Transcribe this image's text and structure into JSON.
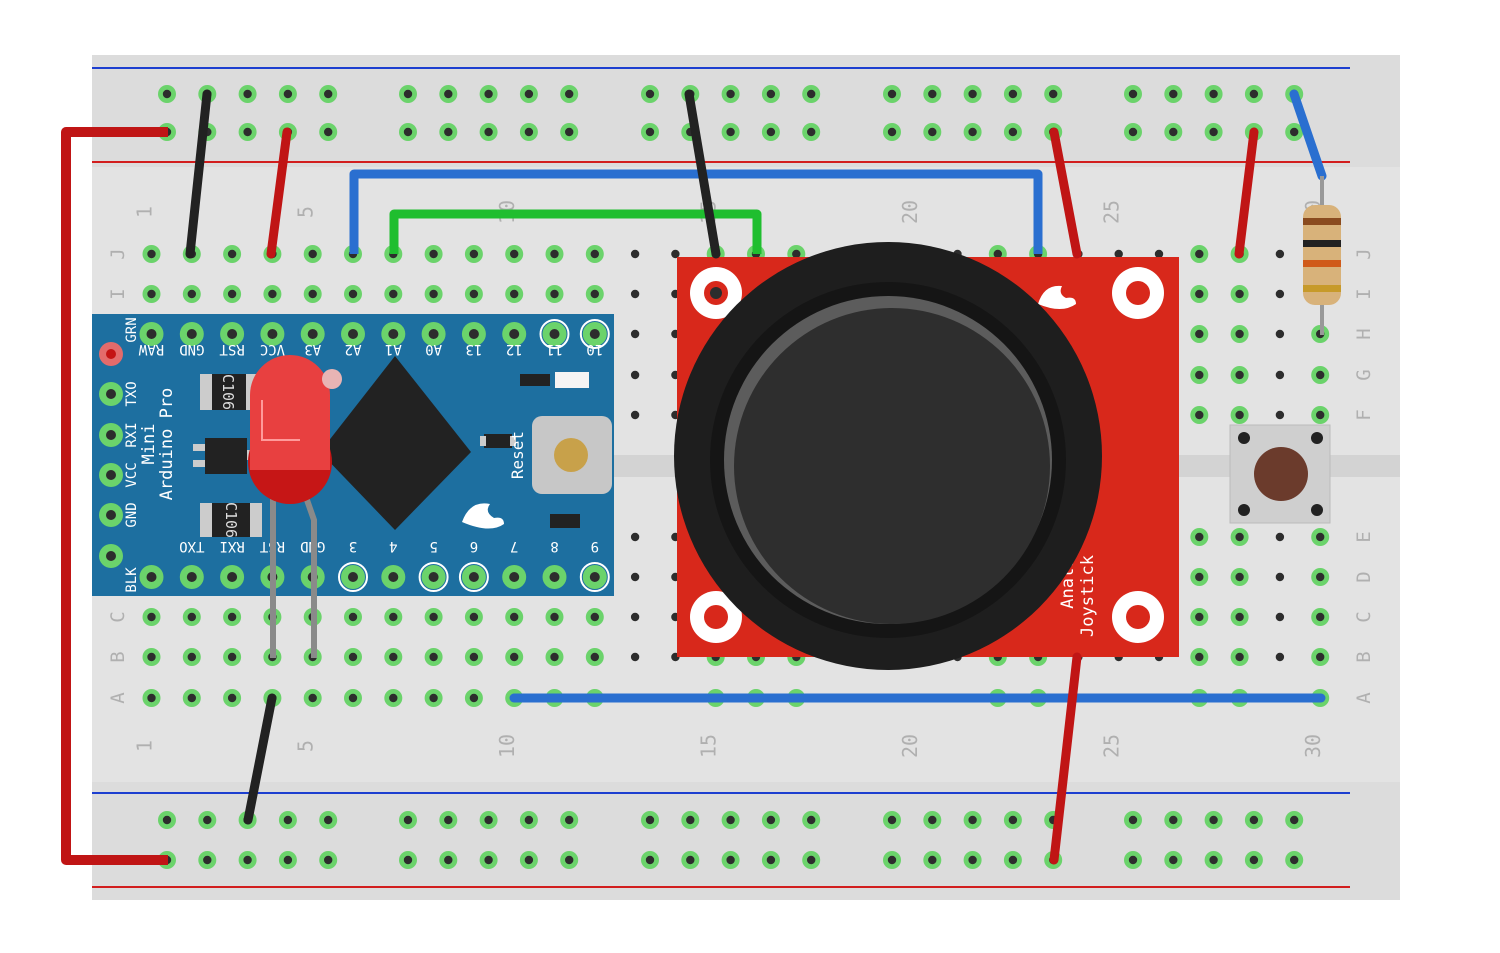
{
  "breadboard": {
    "row_letters_top": [
      "J",
      "I",
      "H",
      "G",
      "F"
    ],
    "row_letters_bottom": [
      "E",
      "D",
      "C",
      "B",
      "A"
    ],
    "column_numbers": [
      "1",
      "5",
      "10",
      "15",
      "20",
      "25",
      "30"
    ],
    "colors": {
      "board": "#e3e3e3",
      "hole": "#2d2d2d",
      "connected": "#6bd36b",
      "rail_red": "#d21e1e",
      "rail_blue": "#1d3fd0"
    }
  },
  "arduino": {
    "name_line1": "Arduino Pro",
    "name_line2": "Mini",
    "top_pins": [
      "RAW",
      "GND",
      "RST",
      "VCC",
      "A3",
      "A2",
      "A1",
      "A0",
      "13",
      "12",
      "11",
      "10"
    ],
    "bottom_pins": [
      "TXO",
      "RXI",
      "RST",
      "GND",
      "3",
      "4",
      "5",
      "6",
      "7",
      "8",
      "9"
    ],
    "side_pins": [
      "GRN",
      "TXO",
      "RXI",
      "VCC",
      "GND",
      "BLK"
    ],
    "chip_labels": [
      "C106",
      "C106"
    ],
    "reset_label": "Reset",
    "color": "#1d6fa0"
  },
  "joystick": {
    "label_line1": "Analog",
    "label_line2": "Joystick",
    "color": "#d8281b"
  },
  "wires": {
    "red": "#c01515",
    "black": "#222222",
    "blue": "#2a6fd0",
    "green": "#1fbe2f"
  }
}
